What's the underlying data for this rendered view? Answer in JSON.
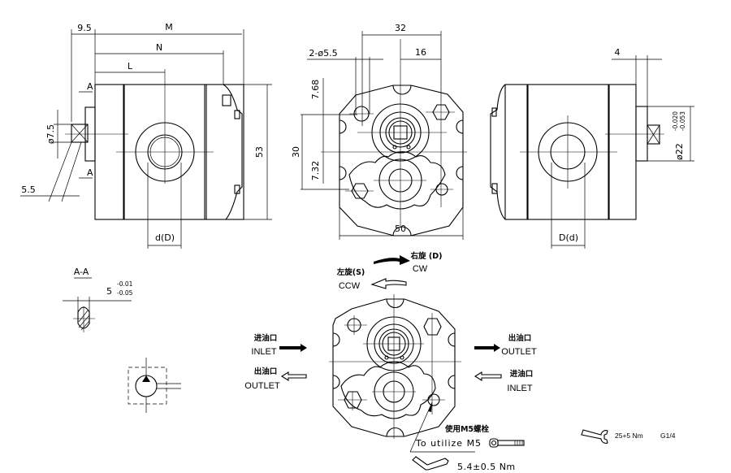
{
  "side_view": {
    "dim_shaft_length": "9.5",
    "dim_m": "M",
    "dim_n": "N",
    "dim_l": "L",
    "dim_height": "53",
    "dim_port": "d(D)",
    "dim_shaft_dia": "ø7.5",
    "dim_key": "5.5",
    "section_mark_top": "A",
    "section_mark_bottom": "A"
  },
  "front_view": {
    "dim_32": "32",
    "dim_16": "16",
    "dim_holes": "2-ø5.5",
    "dim_7_68": "7.68",
    "dim_30": "30",
    "dim_7_32": "7.32",
    "dim_50": "50"
  },
  "rear_view": {
    "dim_4": "4",
    "dim_pilot": "ø22",
    "tol_upper": "-0.020",
    "tol_lower": "-0.053",
    "dim_port": "D(d)"
  },
  "section_aa": {
    "title": "A-A",
    "dim_base": "5",
    "tol_upper": "-0.01",
    "tol_lower": "-0.05"
  },
  "rotation": {
    "cw_cn": "右旋 (D)",
    "cw": "CW",
    "ccw_cn": "左旋(S)",
    "ccw": "CCW"
  },
  "ports": {
    "left_top_cn": "进油口",
    "left_top": "INLET",
    "left_bottom_cn": "出油口",
    "left_bottom": "OUTLET",
    "right_top_cn": "出油口",
    "right_top": "OUTLET",
    "right_bottom_cn": "进油口",
    "right_bottom": "INLET"
  },
  "bolt_note": {
    "cn": "使用M5螺栓",
    "en": "To utilize M5",
    "torque": "5.4±0.5 Nm"
  },
  "port_torque": {
    "torque": "25+5 Nm",
    "thread": "G1/4"
  }
}
